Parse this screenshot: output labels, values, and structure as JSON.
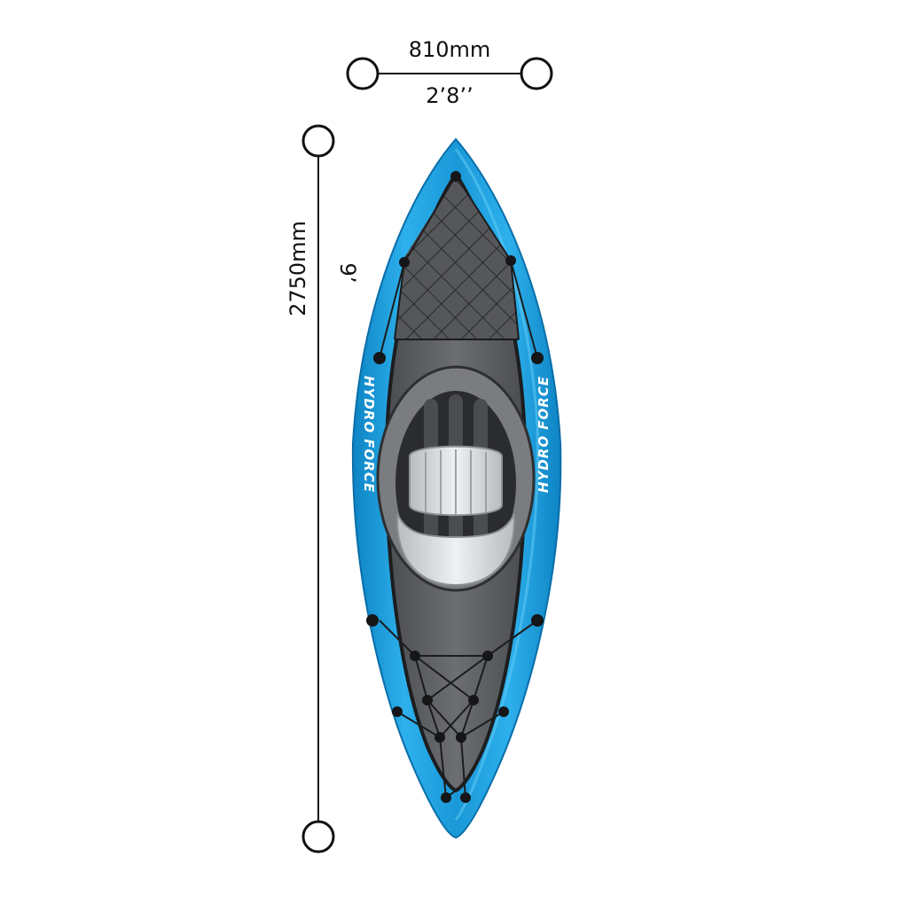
{
  "dimensions": {
    "width_metric": "810mm",
    "width_imperial": "2’8’’",
    "length_metric": "2750mm",
    "length_imperial": "9’"
  },
  "product": {
    "brand_left": "HYDRO FORCE",
    "brand_right": "HYDRO FORCE"
  },
  "colors": {
    "hull_blue": "#1fa3e2",
    "hull_blue_dark": "#0f86c6",
    "deck_gray": "#5f6164",
    "deck_dark": "#3a3b3d",
    "seat_light": "#d9dcdf",
    "line_black": "#111111"
  }
}
